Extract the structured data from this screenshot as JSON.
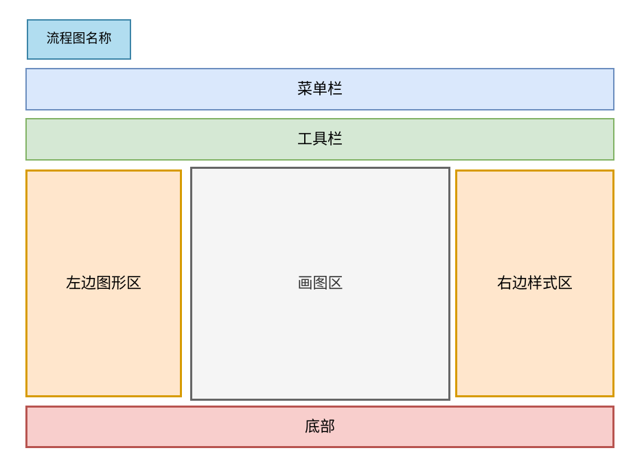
{
  "diagram": {
    "title_chip": {
      "label": "流程图名称",
      "fill": "#b1ddf0",
      "stroke": "#3d85a8"
    },
    "regions": [
      {
        "name": "menu-bar",
        "label": "菜单栏",
        "fill": "#dae8fc",
        "stroke": "#6c8ebf"
      },
      {
        "name": "tool-bar",
        "label": "工具栏",
        "fill": "#d5e8d4",
        "stroke": "#82b366"
      },
      {
        "name": "left-shape-panel",
        "label": "左边图形区",
        "fill": "#ffe6cc",
        "stroke": "#d79b00"
      },
      {
        "name": "canvas-panel",
        "label": "画图区",
        "fill": "#f5f5f5",
        "stroke": "#666666"
      },
      {
        "name": "right-style-panel",
        "label": "右边样式区",
        "fill": "#ffe6cc",
        "stroke": "#d79b00"
      },
      {
        "name": "bottom-bar",
        "label": "底部",
        "fill": "#f8cecc",
        "stroke": "#b85450"
      }
    ]
  }
}
